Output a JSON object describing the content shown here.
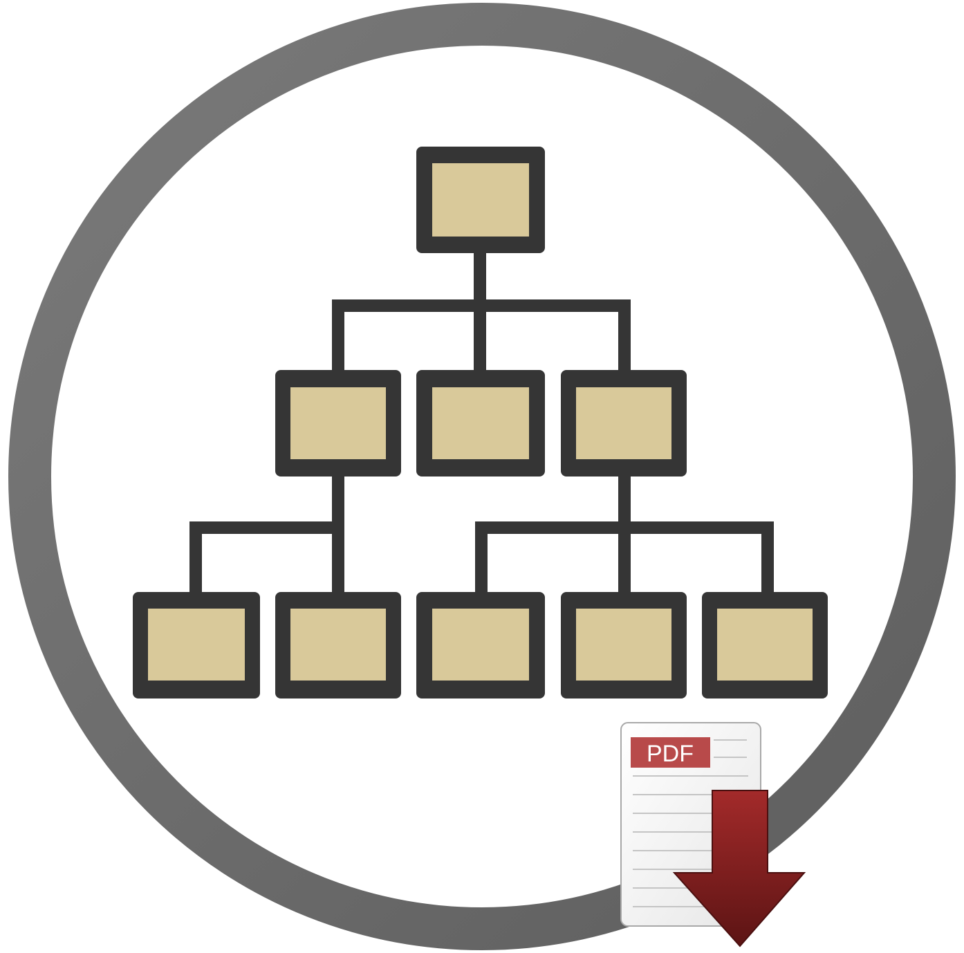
{
  "icon": {
    "name": "org-chart-pdf-download-icon",
    "ring_color": "#6b6b6b",
    "background_color": "#ffffff",
    "node_fill_color": "#d9c99a",
    "node_border_color": "#353535",
    "connector_color": "#353535"
  },
  "org_chart": {
    "levels": [
      {
        "level": 1,
        "node_count": 1
      },
      {
        "level": 2,
        "node_count": 3
      },
      {
        "level": 3,
        "node_count": 5
      }
    ]
  },
  "pdf_badge": {
    "label": "PDF",
    "label_color": "#b84a4a",
    "paper_color": "#f4f4f4",
    "arrow_color": "#8a1f1f",
    "arrow_icon": "download-arrow-icon"
  }
}
